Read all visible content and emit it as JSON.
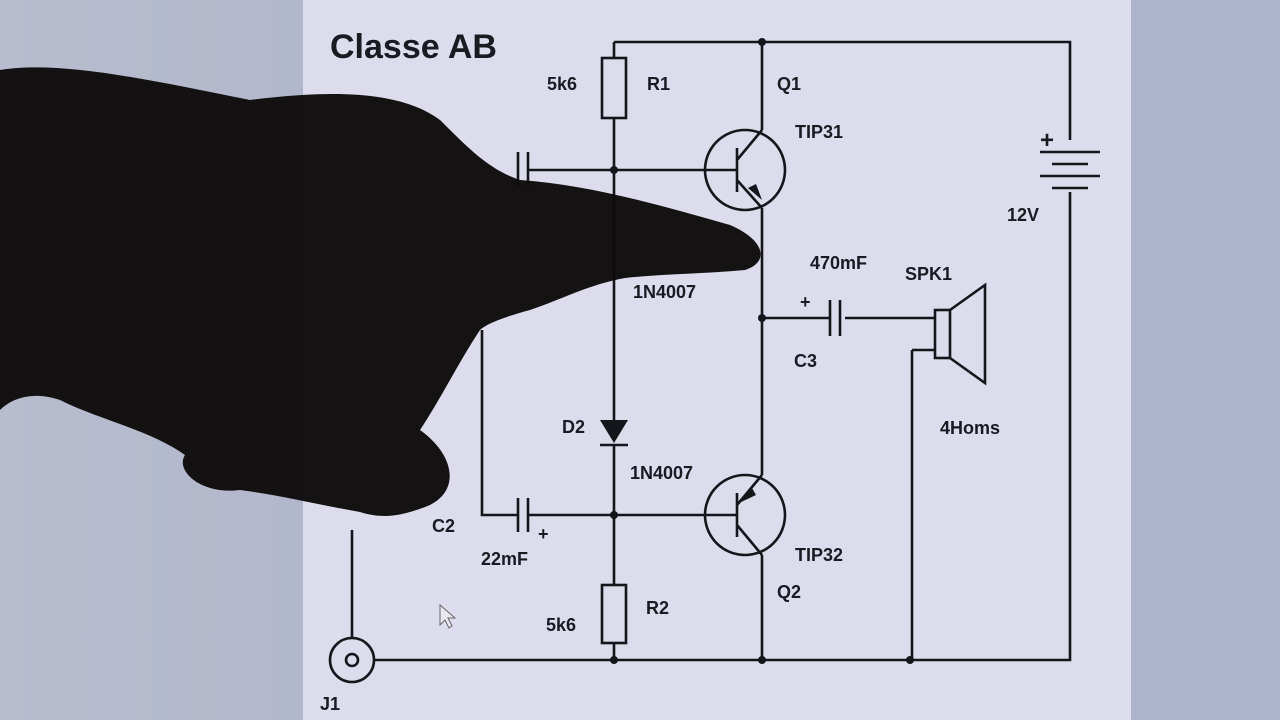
{
  "title": "Classe AB",
  "components": {
    "r1": {
      "name": "R1",
      "value": "5k6"
    },
    "r2": {
      "name": "R2",
      "value": "5k6"
    },
    "q1": {
      "name": "Q1",
      "part": "TIP31"
    },
    "q2": {
      "name": "Q2",
      "part": "TIP32"
    },
    "d1": {
      "part": "1N4007"
    },
    "d2": {
      "name": "D2",
      "part": "1N4007"
    },
    "c2": {
      "name": "C2",
      "value": "22mF",
      "polarity": "+"
    },
    "c3": {
      "name": "C3",
      "value": "470mF",
      "polarity": "+"
    },
    "spk": {
      "name": "SPK1",
      "value": "4Homs"
    },
    "battery": {
      "value": "12V",
      "polarity": "+"
    },
    "jack": {
      "name": "J1"
    }
  },
  "colors": {
    "page": "#dcdcec",
    "ink": "#15151c",
    "hand": "#0d0b0b"
  }
}
